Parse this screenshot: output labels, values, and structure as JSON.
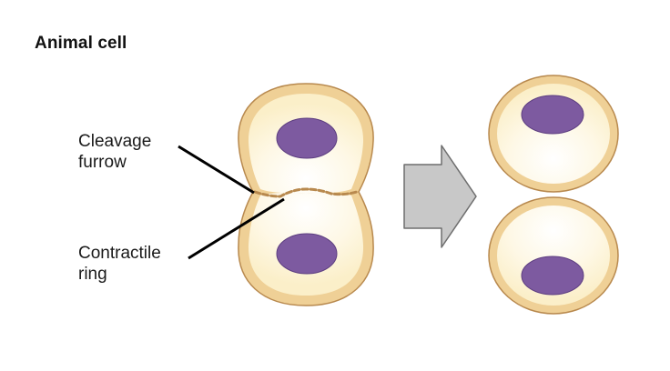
{
  "title": "Animal cell",
  "labels": {
    "cleavage_furrow": [
      "Cleavage",
      "furrow"
    ],
    "contractile_ring": [
      "Contractile",
      "ring"
    ]
  },
  "colors": {
    "membrane": "#c79a5a",
    "membrane_fill": "#efd096",
    "cytoplasm": "#fdf6dc",
    "nucleus": "#7d5aa0",
    "nucleus_stroke": "#5d3e80",
    "arrow_fill": "#c8c8c8",
    "arrow_stroke": "#6e6e6e",
    "leader_line": "#000000"
  }
}
